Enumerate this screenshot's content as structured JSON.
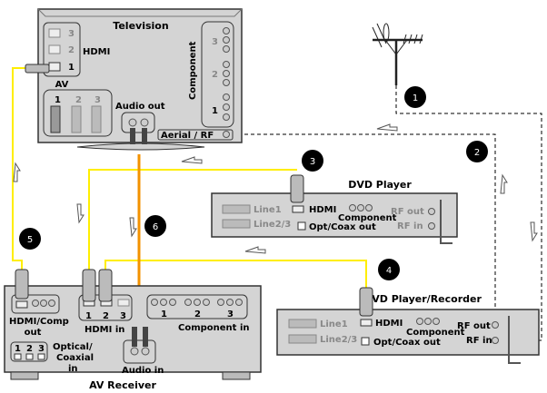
{
  "colors": {
    "hdmi_cable": "#ffee00",
    "audio_cable": "#f39200",
    "rf_cable": "#000000",
    "device": "#d4d4d4",
    "badge": "#000000"
  },
  "television": {
    "title": "Television",
    "hdmi_label": "HDMI",
    "hdmi_ports": [
      "3",
      "2",
      "1"
    ],
    "av_label": "AV",
    "av_ports": [
      "1",
      "2",
      "3"
    ],
    "audio_out_label": "Audio out",
    "component_label": "Component",
    "component_groups": [
      "3",
      "2",
      "1"
    ],
    "aerial_label": "Aerial / RF"
  },
  "dvd_player": {
    "title": "DVD Player",
    "line1": "Line1",
    "line23": "Line2/3",
    "hdmi": "HDMI",
    "component": "Component",
    "opt": "Opt/Coax out",
    "rf_out": "RF out",
    "rf_in": "RF in"
  },
  "dvd_recorder": {
    "title": "DVD Player/Recorder",
    "line1": "Line1",
    "line23": "Line2/3",
    "hdmi": "HDMI",
    "component": "Component",
    "opt": "Opt/Coax out",
    "rf_out": "RF out",
    "rf_in": "RF in"
  },
  "av_receiver": {
    "title": "AV Receiver",
    "hdmi_comp_out_1": "HDMI/Comp",
    "hdmi_comp_out_2": "out",
    "hdmi_in_label": "HDMI in",
    "hdmi_in_ports": [
      "1",
      "2",
      "3"
    ],
    "component_in_label": "Component in",
    "component_groups": [
      "1",
      "2",
      "3"
    ],
    "optical_ports": [
      "1",
      "2",
      "3"
    ],
    "optical_1": "Optical/",
    "optical_2": "Coaxial",
    "optical_3": "in",
    "audio_in_label": "Audio in"
  },
  "badges": [
    "1",
    "2",
    "3",
    "4",
    "5",
    "6"
  ]
}
